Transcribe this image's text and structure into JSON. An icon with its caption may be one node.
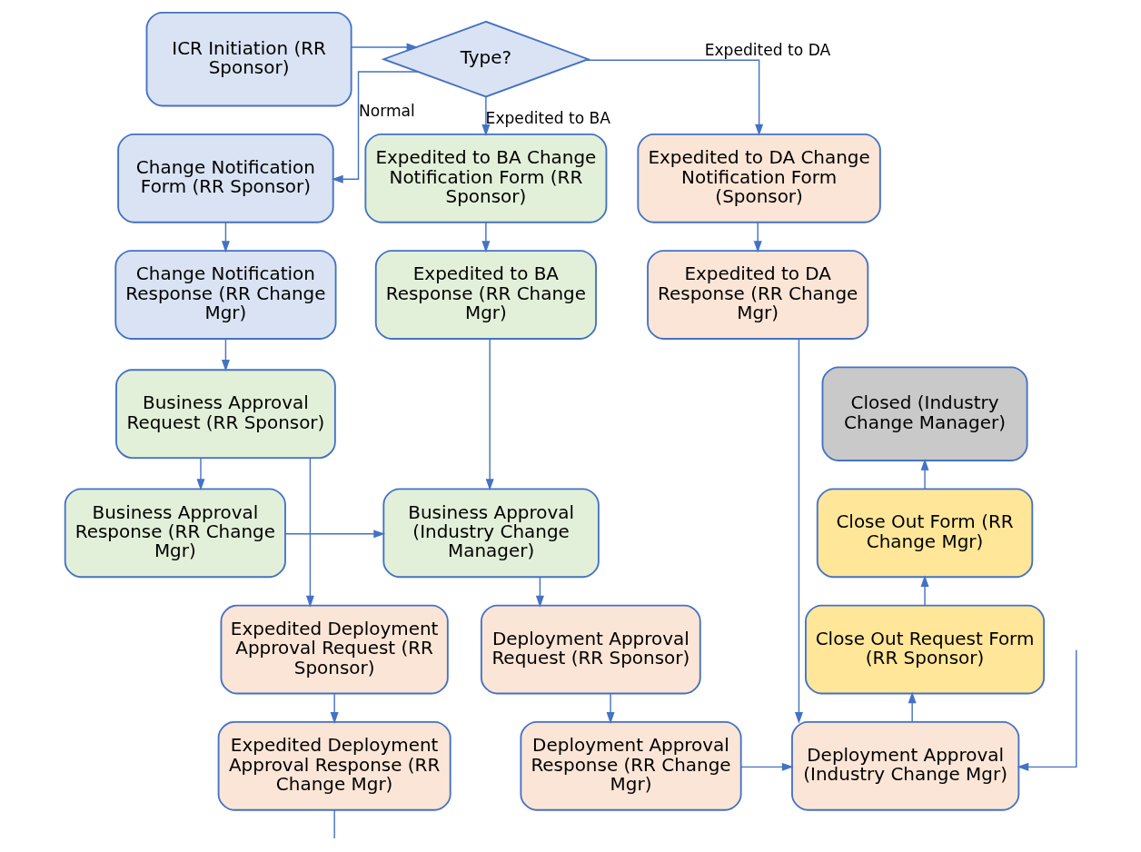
{
  "diagram": {
    "nodes": [
      {
        "text": [
          "ICR Initiation (RR Sponsor)"
        ]
      },
      {
        "text": [
          "Type?"
        ]
      },
      {
        "text": [
          "Change Notification Form (RR Sponsor)"
        ]
      },
      {
        "text": [
          "Expedited to BA Change Notification Form (RR Sponsor)"
        ]
      },
      {
        "text": [
          "Expedited to DA Change Notification Form (Sponsor)"
        ]
      },
      {
        "text": [
          "Change Notification Response (RR Change Mgr)"
        ]
      },
      {
        "text": [
          "Expedited to BA Response (RR Change Mgr)"
        ]
      },
      {
        "text": [
          "Expedited to DA Response (RR Change Mgr)"
        ]
      },
      {
        "text": [
          "Closed (Industry Change Manager)"
        ]
      },
      {
        "text": [
          "Business Approval Request (RR Sponsor)"
        ]
      },
      {
        "text": [
          "Business Approval Response (RR Change Mgr)"
        ]
      },
      {
        "text": [
          "Business Approval (Industry Change Manager)"
        ]
      },
      {
        "text": [
          "Close Out Form (RR Change Mgr)"
        ]
      },
      {
        "text": [
          "Expedited Deployment Approval Request (RR Sponsor)"
        ]
      },
      {
        "text": [
          "Deployment Approval Request (RR Sponsor)"
        ]
      },
      {
        "text": [
          "Close Out Request Form (RR Sponsor)"
        ]
      },
      {
        "text": [
          "Expedited Deployment Approval Response (RR Change Mgr)"
        ]
      },
      {
        "text": [
          "Deployment Approval Response (RR Change Mgr)"
        ]
      },
      {
        "text": [
          "Deployment Approval (Industry Change Mgr)"
        ]
      }
    ],
    "edges": [
      {
        "from": 0,
        "to": 1,
        "arrow": "to"
      },
      {
        "from": 1,
        "to": 2,
        "arrow": "to",
        "label": "Normal"
      },
      {
        "from": 1,
        "to": 3,
        "arrow": "to",
        "label": "Expedited to BA"
      },
      {
        "from": 1,
        "to": 4,
        "arrow": "to",
        "label": "Expedited to DA"
      },
      {
        "from": 2,
        "to": 5,
        "arrow": "to"
      },
      {
        "from": 3,
        "to": 6,
        "arrow": "to"
      },
      {
        "from": 4,
        "to": 7,
        "arrow": "to"
      },
      {
        "from": 5,
        "to": 9,
        "arrow": "to"
      },
      {
        "from": 9,
        "to": 10,
        "arrow": "to"
      },
      {
        "from": 9,
        "to": 13,
        "arrow": "to"
      },
      {
        "from": 6,
        "to": 11,
        "arrow": "to"
      },
      {
        "from": 10,
        "to": 11,
        "arrow": "to"
      },
      {
        "from": 7,
        "to": 18,
        "arrow": "to"
      },
      {
        "from": 11,
        "to": 14,
        "arrow": "to"
      },
      {
        "from": 14,
        "to": 17,
        "arrow": "to"
      },
      {
        "from": 13,
        "to": 16,
        "arrow": "to"
      },
      {
        "from": 16,
        "to": null,
        "arrow": "none"
      },
      {
        "from": 17,
        "to": 18,
        "arrow": "to"
      },
      {
        "from": null,
        "to": 18,
        "arrow": "to"
      },
      {
        "from": 18,
        "to": 15,
        "arrow": "to"
      },
      {
        "from": 15,
        "to": 12,
        "arrow": "to"
      },
      {
        "from": 12,
        "to": 8,
        "arrow": "to"
      }
    ]
  }
}
